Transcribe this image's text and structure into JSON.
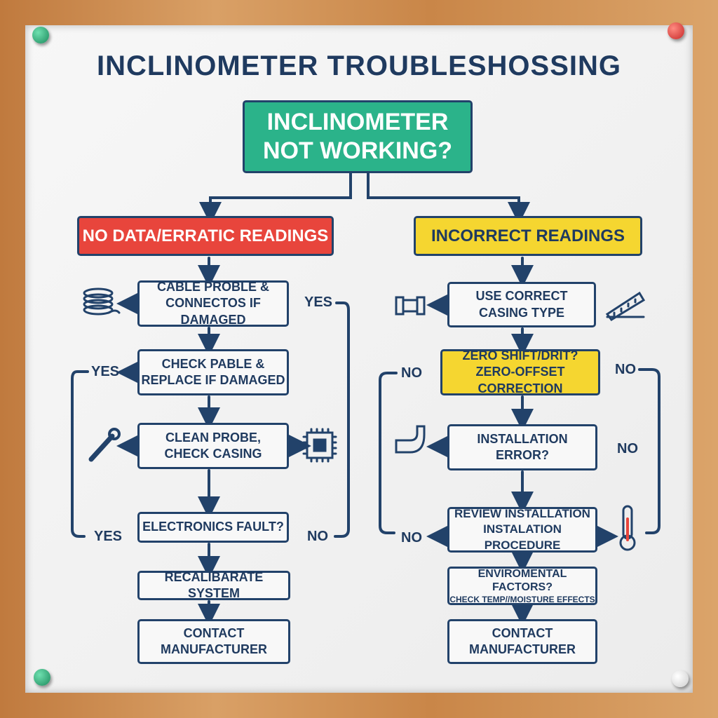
{
  "title": "INCLINOMETER TROUBLESHOSSING",
  "root": {
    "line1": "INCLINOMETER",
    "line2": "NOT WORKING?"
  },
  "left": {
    "header": "NO DATA/ERRATIC READINGS",
    "steps": [
      {
        "l1": "CABLE PROBLE &",
        "l2": "CONNECTOS IF DAMAGED"
      },
      {
        "l1": "CHECK PABLE &",
        "l2": "REPLACE IF DAMAGED"
      },
      {
        "l1": "CLEAN PROBE,",
        "l2": "CHECK CASING"
      },
      {
        "l1": "ELECTRONICS FAULT?"
      },
      {
        "l1": "RECALIBARATE SYSTEM"
      },
      {
        "l1": "CONTACT",
        "l2": "MANUFACTURER"
      }
    ],
    "labels": [
      "YES",
      "YES",
      "YES",
      "NO"
    ]
  },
  "right": {
    "header": "INCORRECT READINGS",
    "steps": [
      {
        "l1": "USE CORRECT",
        "l2": "CASING TYPE"
      },
      {
        "l1": "ZERO SHIFT/DRIT?",
        "l2": "ZERO-OFFSET CORRECTION"
      },
      {
        "l1": "INSTALLATION",
        "l2": "ERROR?"
      },
      {
        "l1": "REVIEW INSTALLATION",
        "l2": "INSTALATION PROCEDURE"
      },
      {
        "l1": "ENVIROMENTAL FACTORS?",
        "l2": "CHECK TEMP//MOISTURE EFFECTS"
      },
      {
        "l1": "CONTACT",
        "l2": "MANUFACTURER"
      }
    ],
    "labels": [
      "NO",
      "NO",
      "NO",
      "NO"
    ]
  },
  "colors": {
    "navy": "#1f3a5f",
    "green": "#2bb38a",
    "red": "#e8453c",
    "yellow": "#f5d630"
  }
}
